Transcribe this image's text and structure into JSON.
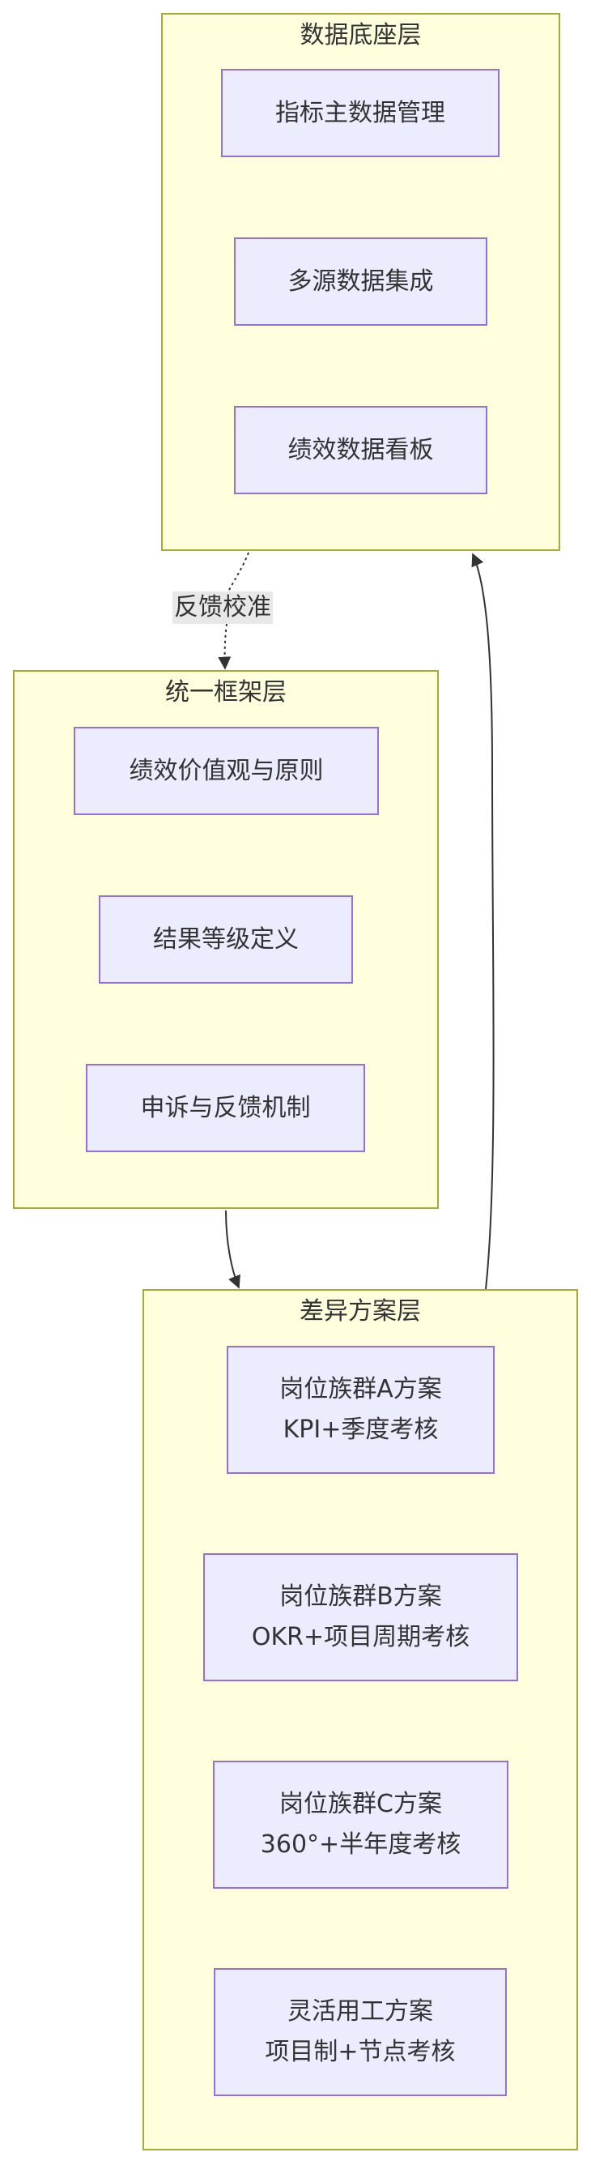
{
  "clusters": {
    "data_layer": {
      "title": "数据底座层",
      "nodes": [
        "指标主数据管理",
        "多源数据集成",
        "绩效数据看板"
      ]
    },
    "framework_layer": {
      "title": "统一框架层",
      "nodes": [
        "绩效价值观与原则",
        "结果等级定义",
        "申诉与反馈机制"
      ]
    },
    "diff_layer": {
      "title": "差异方案层",
      "nodes": [
        {
          "line1": "岗位族群A方案",
          "line2": "KPI+季度考核"
        },
        {
          "line1": "岗位族群B方案",
          "line2": "OKR+项目周期考核"
        },
        {
          "line1": "岗位族群C方案",
          "line2": "360°+半年度考核"
        },
        {
          "line1": "灵活用工方案",
          "line2": "项目制+节点考核"
        }
      ]
    }
  },
  "edges": {
    "feedback_label": "反馈校准"
  },
  "colors": {
    "cluster_fill": "#ffffde",
    "cluster_stroke": "#aaaa33",
    "node_fill": "#ececff",
    "node_stroke": "#9370db",
    "edge": "#333333",
    "label_bg": "#e8e8e8"
  }
}
